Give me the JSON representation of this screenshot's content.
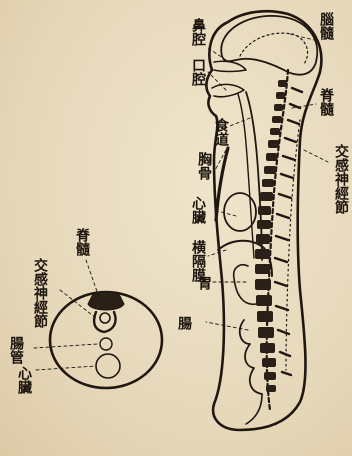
{
  "labels": {
    "nasal_cavity": "鼻腔",
    "oral_cavity": "口腔",
    "brain": "腦髓",
    "spinal_cord": "脊髓",
    "sympathetic_ganglion": "交感神經節",
    "esophagus": "食道",
    "sternum": "胸骨",
    "heart": "心臟",
    "diaphragm": "横隔膜",
    "stomach": "胃",
    "intestine": "腸",
    "cs_spinal_cord": "脊髓",
    "cs_sympathetic_ganglion": "交感神經節",
    "cs_intestine": "腸管",
    "cs_heart": "心臟"
  }
}
